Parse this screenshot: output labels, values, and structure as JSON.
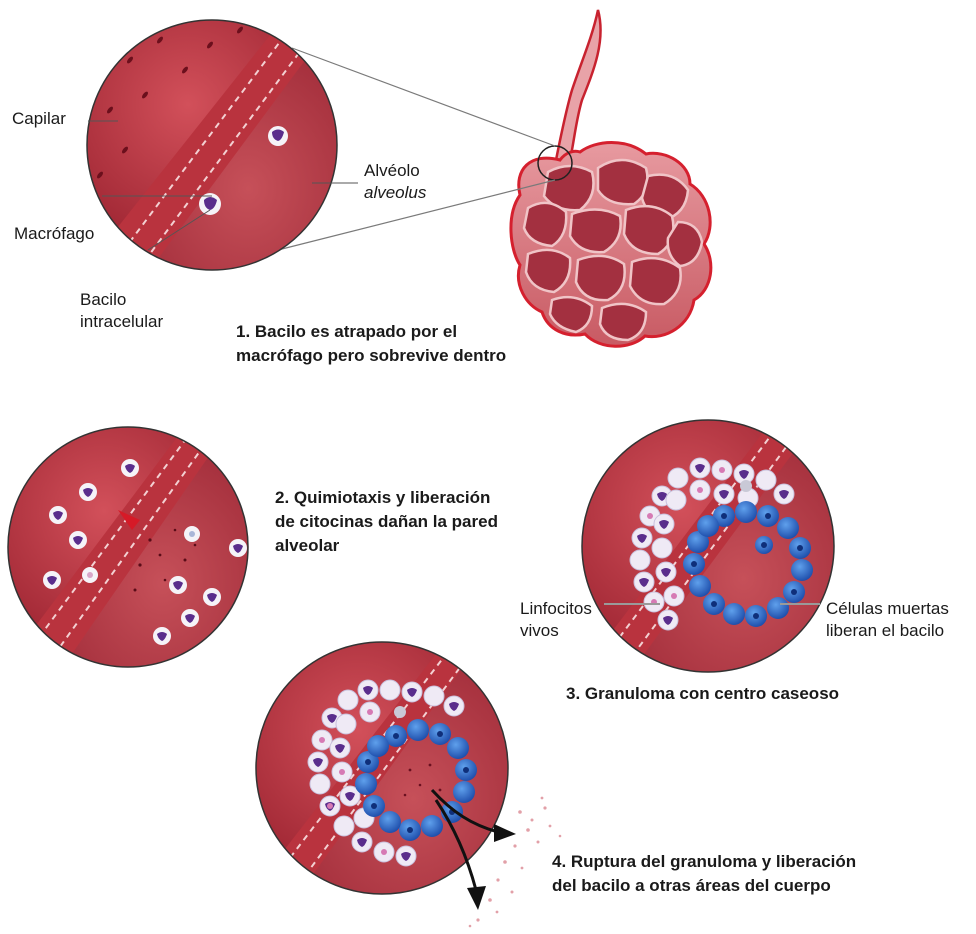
{
  "panel1": {
    "labels": {
      "capilar": "Capilar",
      "alveolo": "Alvéolo",
      "alveolus": "alveolus",
      "macrofago": "Macrófago",
      "bacilo_line1": "Bacilo",
      "bacilo_line2": "intracelular"
    },
    "caption_line1": "1. Bacilo es atrapado por el",
    "caption_line2": "macrófago pero sobrevive dentro"
  },
  "panel2": {
    "caption_line1": "2. Quimiotaxis y liberación",
    "caption_line2": "de citocinas dañan la pared",
    "caption_line3": "alveolar"
  },
  "panel3": {
    "labels": {
      "linfocitos_line1": "Linfocitos",
      "linfocitos_line2": "vivos",
      "celulas_line1": "Células muertas",
      "celulas_line2": "liberan el bacilo"
    },
    "caption": "3. Granuloma con centro caseoso"
  },
  "panel4": {
    "caption_line1": "4. Ruptura del granuloma y liberación",
    "caption_line2": "del bacilo a otras áreas del cuerpo"
  },
  "colors": {
    "tissue_dark": "#9e1c2a",
    "tissue_mid": "#c2323f",
    "alveolus_fill": "#b53a45",
    "lymphocyte_blue": "#2a63c9",
    "macrophage_purple": "#5a2d8c"
  }
}
